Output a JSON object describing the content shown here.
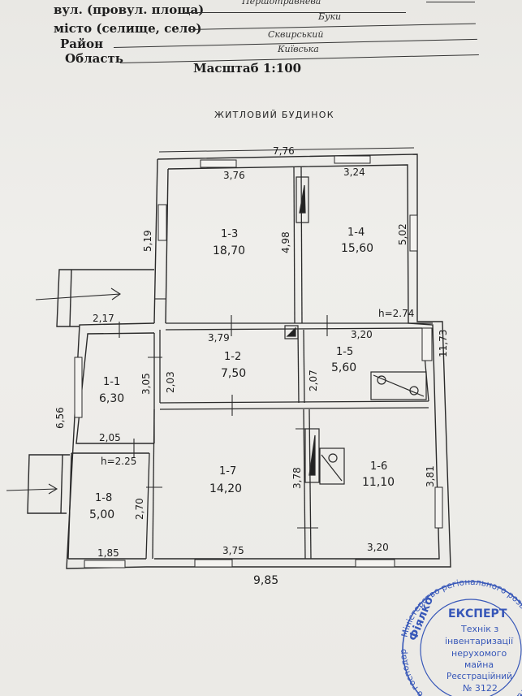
{
  "header": {
    "street_label": "вул. (провул. площа)",
    "street_value": "Першотравнева",
    "city_label": "місто (селище, село)",
    "city_value": "Буки",
    "district_label": "Район",
    "district_value": "Сквирський",
    "region_label": "Область",
    "region_value": "Київська",
    "scale": "Масштаб 1:100"
  },
  "plan": {
    "title": "ЖИТЛОВИЙ БУДИНОК",
    "rooms": [
      {
        "id": "1-1",
        "area": "6,30"
      },
      {
        "id": "1-2",
        "area": "7,50"
      },
      {
        "id": "1-3",
        "area": "18,70"
      },
      {
        "id": "1-4",
        "area": "15,60"
      },
      {
        "id": "1-5",
        "area": "5,60"
      },
      {
        "id": "1-6",
        "area": "11,10"
      },
      {
        "id": "1-7",
        "area": "14,20"
      },
      {
        "id": "1-8",
        "area": "5,00"
      }
    ],
    "dimensions": {
      "top_total": "7,76",
      "r13_width": "3,76",
      "r14_width": "3,24",
      "r13_left": "5,19",
      "r13_right": "4,98",
      "r14_right": "5,02",
      "height_a": "h=2.74",
      "right_total": "11,73",
      "veranda_top": "2,17",
      "r12_width": "3,79",
      "r15_width": "3,20",
      "r11_right": "3,05",
      "r12_left": "2,03",
      "r15_left": "2,07",
      "left_total": "6,56",
      "r11_bottom": "2,05",
      "height_b": "h=2.25",
      "r18_right": "2,70",
      "r17_right": "3,78",
      "r16_right": "3,81",
      "r18_bottom": "1,85",
      "r17_bottom": "3,75",
      "r16_bottom": "3,20",
      "bottom_total": "9,85"
    }
  },
  "stamp": {
    "ring_text": "Міністерство регіонального розвитку, будівництва та житлово-комунального господарства України * Атестаційна архітектурно-будівельна комісія *",
    "title": "ЕКСПЕРТ",
    "line1": "Технік з",
    "line2": "інвентаризації",
    "line3": "нерухомого",
    "line4": "майна",
    "line5": "Реєстраційний",
    "line6": "№ 3122",
    "name": "Фіялко"
  }
}
